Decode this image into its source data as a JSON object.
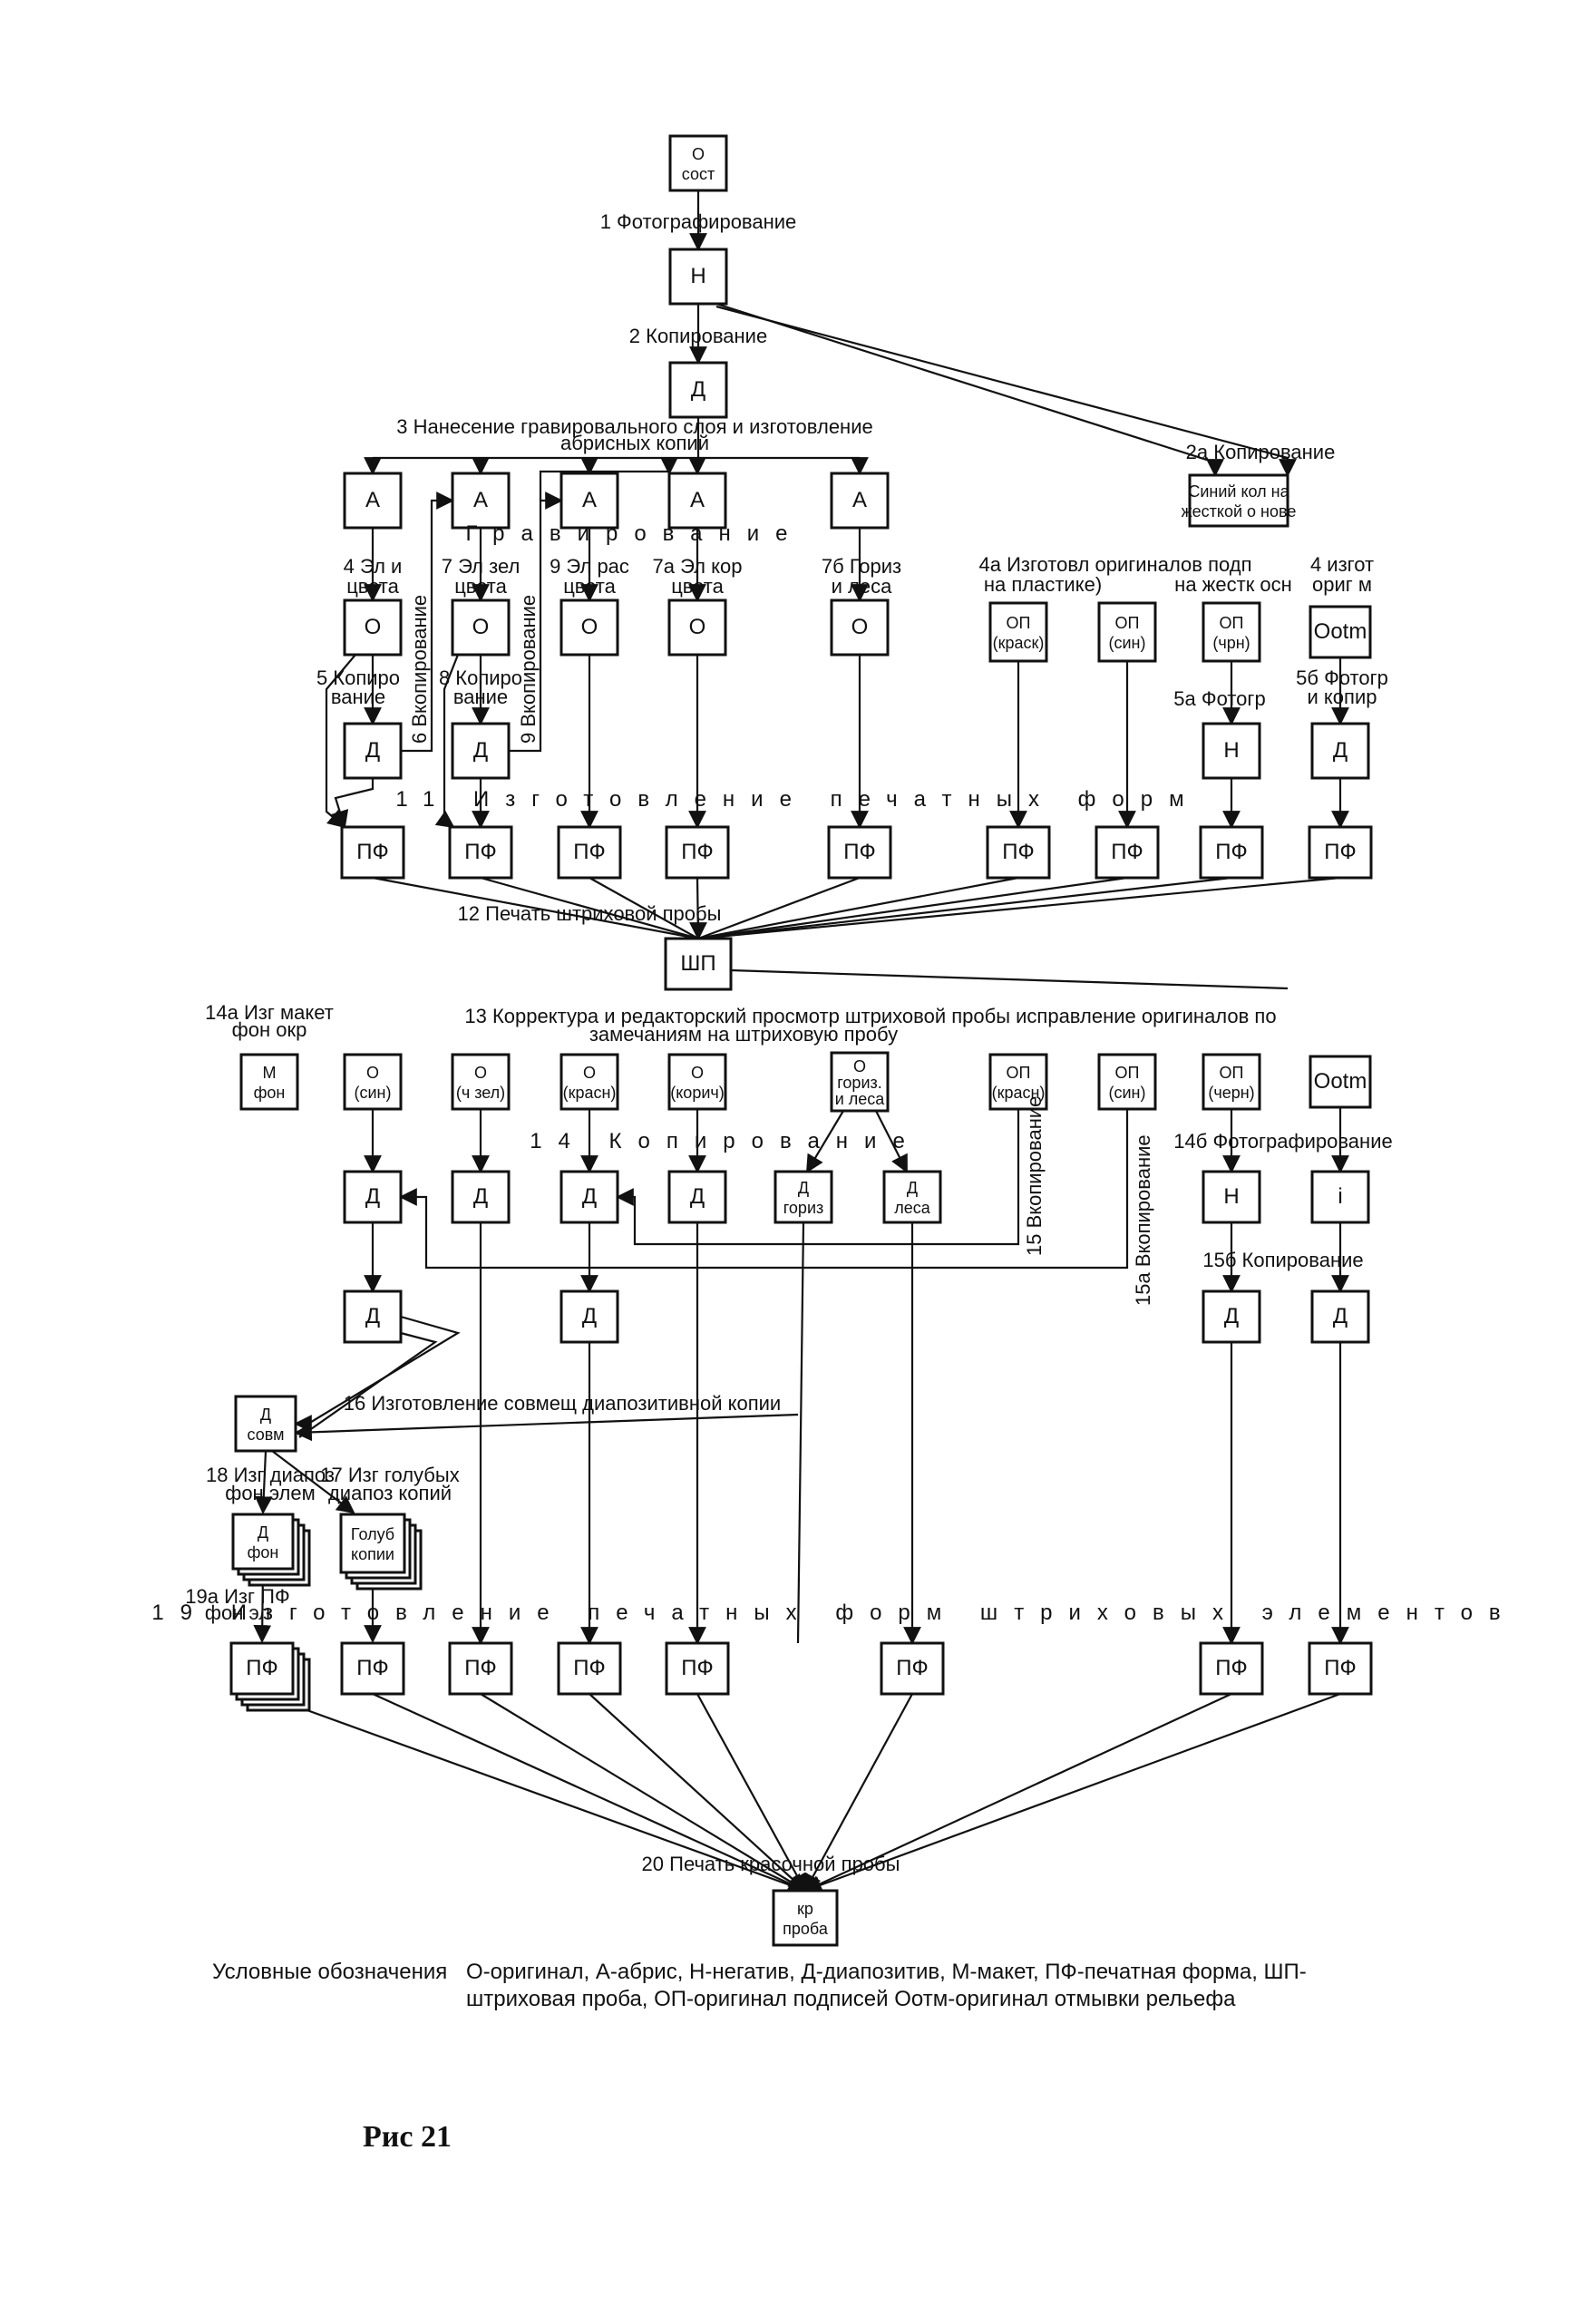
{
  "nodes": {
    "o_sost": {
      "line1": "О",
      "line2": "сост"
    },
    "n1": {
      "line1": "Н"
    },
    "d1": {
      "line1": "Д"
    },
    "a1": {
      "line1": "А"
    },
    "a2": {
      "line1": "А"
    },
    "a3": {
      "line1": "А"
    },
    "a4": {
      "line1": "А"
    },
    "a5": {
      "line1": "А"
    },
    "sin_kop": {
      "line1": "Синий кол на",
      "line2": "жесткой о нове"
    },
    "o_r1a": {
      "line1": "О"
    },
    "o_r1b": {
      "line1": "О"
    },
    "o_r1c": {
      "line1": "О"
    },
    "o_r1d": {
      "line1": "О"
    },
    "o_r1e": {
      "line1": "О"
    },
    "op_krask": {
      "line1": "ОП",
      "line2": "(краск)"
    },
    "op_sin1": {
      "line1": "ОП",
      "line2": "(син)"
    },
    "op_chrn": {
      "line1": "ОП",
      "line2": "(чрн)"
    },
    "ootm1": {
      "line1": "Ootm"
    },
    "d_r2a": {
      "line1": "Д"
    },
    "d_r2b": {
      "line1": "Д"
    },
    "n_r2": {
      "line1": "Н"
    },
    "d_r2c": {
      "line1": "Д"
    },
    "pf1": {
      "line1": "ПФ"
    },
    "pf2": {
      "line1": "ПФ"
    },
    "pf3": {
      "line1": "ПФ"
    },
    "pf4": {
      "line1": "ПФ"
    },
    "pf5": {
      "line1": "ПФ"
    },
    "pf6": {
      "line1": "ПФ"
    },
    "pf7": {
      "line1": "ПФ"
    },
    "pf8": {
      "line1": "ПФ"
    },
    "pf9": {
      "line1": "ПФ"
    },
    "shp": {
      "line1": "ШП"
    },
    "m_fon": {
      "line1": "М",
      "line2": "фон"
    },
    "o_sin": {
      "line1": "О",
      "line2": "(син)"
    },
    "o_chzel": {
      "line1": "О",
      "line2": "(ч зел)"
    },
    "o_krasn": {
      "line1": "О",
      "line2": "(красн)"
    },
    "o_korich": {
      "line1": "О",
      "line2": "(корич)"
    },
    "o_goriz": {
      "line1": "О",
      "line2": "гориз.",
      "line3": "и леса"
    },
    "op_krasn2": {
      "line1": "ОП",
      "line2": "(красн)"
    },
    "op_sin2": {
      "line1": "ОП",
      "line2": "(син)"
    },
    "op_chern": {
      "line1": "ОП",
      "line2": "(черн)"
    },
    "ootm2": {
      "line1": "Ootm"
    },
    "d_b1": {
      "line1": "Д"
    },
    "d_b2": {
      "line1": "Д"
    },
    "d_b3": {
      "line1": "Д"
    },
    "d_b4": {
      "line1": "Д"
    },
    "d_goriz": {
      "line1": "Д",
      "line2": "гориз"
    },
    "d_lesa": {
      "line1": "Д",
      "line2": "леса"
    },
    "n_b": {
      "line1": "Н"
    },
    "i_b": {
      "line1": "i"
    },
    "d_c1": {
      "line1": "Д"
    },
    "d_c2": {
      "line1": "Д"
    },
    "d_c3": {
      "line1": "Д"
    },
    "d_c4": {
      "line1": "Д"
    },
    "d_sovm": {
      "line1": "Д",
      "line2": "совм"
    },
    "d_fon": {
      "line1": "Д",
      "line2": "фон"
    },
    "golub": {
      "line1": "Голуб",
      "line2": "копии"
    },
    "pf_b1": {
      "line1": "ПФ"
    },
    "pf_b2": {
      "line1": "ПФ"
    },
    "pf_b3": {
      "line1": "ПФ"
    },
    "pf_b4": {
      "line1": "ПФ"
    },
    "pf_b5": {
      "line1": "ПФ"
    },
    "pf_b6": {
      "line1": "ПФ"
    },
    "pf_b7": {
      "line1": "ПФ"
    },
    "pf_b8": {
      "line1": "ПФ"
    },
    "kr_proba": {
      "line1": "кр",
      "line2": "проба"
    }
  },
  "labels": {
    "s1": "1 Фотографирование",
    "s2": "2 Копирование",
    "s3a": "3 Нанесение гравировального слоя и изготовление",
    "s3b": "абрисных копий",
    "s2a": "2а Копирование",
    "grav": "Гравирование",
    "c4": "4 Эл и",
    "c4b": "цвета",
    "c7": "7 Эл зел",
    "c7b": "цвета",
    "c9": "9 Эл рас",
    "c9b": "цвета",
    "c7a": "7а Эл кор",
    "c7ab": "цвета",
    "c7b2": "7б Гориз",
    "c7bb": "и леса",
    "c4a": "4а Изготовл оригиналов подп",
    "c4ab": "на пластике)",
    "c4ac": "на жестк осн",
    "c4x": "4 изгот",
    "c4xb": "ориг м",
    "c5": "5 Копиро",
    "c5b": "вание",
    "c6": "6 Вкопирование",
    "c8": "8 Копиро",
    "c8b": "вание",
    "c9v": "9 Вкопирование",
    "c5a": "5а Фотогр",
    "c5b2": "5б Фотогр",
    "c5bb": "и копир",
    "s11": "11 Изготовление печатных форм",
    "s12": "12 Печать штриховой пробы",
    "s14a": "14а Изг макет",
    "s14ab": "фон окр",
    "s13a": "13 Корректура и редакторский просмотр штриховой пробы исправление оригиналов по",
    "s13b": "замечаниям на штриховую пробу",
    "s14": "14 Копирование",
    "s15": "15 Вкопирование",
    "s15a": "15а Вкопирование",
    "s14b": "14б Фотографирование",
    "s15b": "15б Копирование",
    "s16": "16 Изготовление совмещ диапозитивной копии",
    "s18": "18 Изг диапоз",
    "s18b": "фон элем",
    "s17": "17 Изг голубых",
    "s17b": "диапоз копий",
    "s19a": "19а Изг ПФ",
    "s19ab": "фон эл",
    "s19": "19 Изготовление печатных форм штриховых элементов",
    "s20": "20 Печать красочной пробы"
  },
  "legend": {
    "label": "Условные обозначения",
    "text": "О-оригинал, А-абрис, Н-негатив, Д-диапозитив, М-макет, ПФ-печатная форма, ШП-штриховая проба, ОП-оригинал подписей Оотм-оригинал отмывки рельефа"
  },
  "caption": "Рис 21"
}
